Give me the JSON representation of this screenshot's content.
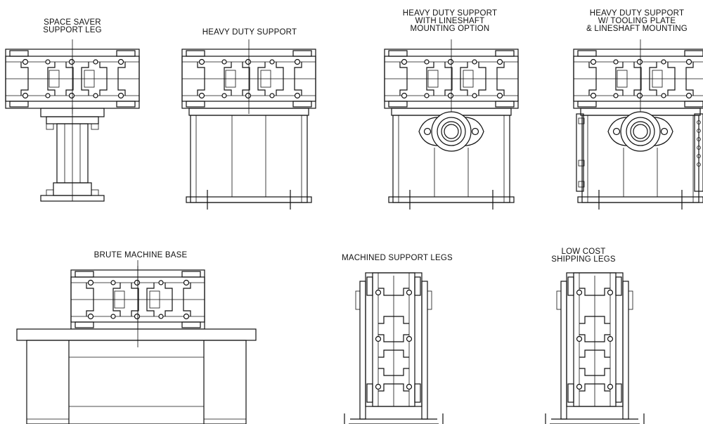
{
  "labels": {
    "space_saver": [
      "SPACE SAVER",
      "SUPPORT LEG"
    ],
    "heavy_duty": [
      "HEAVY DUTY SUPPORT"
    ],
    "heavy_duty_lineshaft": [
      "HEAVY DUTY SUPPORT",
      "WITH LINESHAFT",
      "MOUNTING OPTION"
    ],
    "heavy_duty_tooling": [
      "HEAVY DUTY SUPPORT",
      "W/ TOOLING PLATE",
      "& LINESHAFT MOUNTING"
    ],
    "brute_base": [
      "BRUTE MACHINE BASE"
    ],
    "machined_legs": [
      "MACHINED SUPPORT LEGS"
    ],
    "low_cost_legs": [
      "LOW COST",
      "SHIPPING LEGS"
    ]
  }
}
